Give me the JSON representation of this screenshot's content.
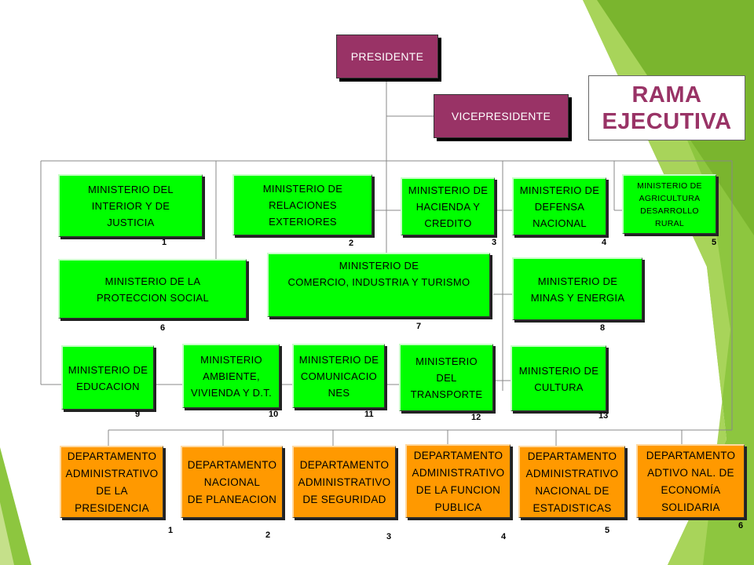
{
  "title": "RAMA\nEJECUTIVA",
  "executive": {
    "president": "PRESIDENTE",
    "vicepresident": "VICEPRESIDENTE"
  },
  "ministries": [
    {
      "id": "interior",
      "label": "MINISTERIO DEL\nINTERIOR Y DE\nJUSTICIA",
      "number": "1"
    },
    {
      "id": "relaciones",
      "label": "MINISTERIO DE\nRELACIONES\nEXTERIORES",
      "number": "2"
    },
    {
      "id": "hacienda",
      "label": "MINISTERIO DE\nHACIENDA Y\nCREDITO",
      "number": "3"
    },
    {
      "id": "defensa",
      "label": "MINISTERIO DE\nDEFENSA\nNACIONAL",
      "number": "4"
    },
    {
      "id": "agricultura",
      "label": "MINISTERIO DE\nAGRICULTURA\nDESARROLLO\nRURAL",
      "number": "5"
    },
    {
      "id": "proteccion",
      "label": "MINISTERIO DE LA\nPROTECCION SOCIAL",
      "number": "6"
    },
    {
      "id": "comercio",
      "label": "MINISTERIO DE\nCOMERCIO, INDUSTRIA Y TURISMO",
      "number": "7"
    },
    {
      "id": "minas",
      "label": "MINISTERIO DE\nMINAS Y ENERGIA",
      "number": "8"
    },
    {
      "id": "educacion",
      "label": "MINISTERIO DE\nEDUCACION",
      "number": "9"
    },
    {
      "id": "ambiente",
      "label": "MINISTERIO\nAMBIENTE,\nVIVIENDA Y D.T.",
      "number": "10"
    },
    {
      "id": "comunicaciones",
      "label": "MINISTERIO DE\nCOMUNICACIO\nNES",
      "number": "11"
    },
    {
      "id": "transporte",
      "label": "MINISTERIO\nDEL\nTRANSPORTE",
      "number": "12"
    },
    {
      "id": "cultura",
      "label": "MINISTERIO DE\nCULTURA",
      "number": "13"
    }
  ],
  "departments": [
    {
      "id": "presidencia",
      "label": "DEPARTAMENTO\nADMINISTRATIVO\nDE LA\nPRESIDENCIA",
      "number": "1"
    },
    {
      "id": "planeacion",
      "label": "DEPARTAMENTO\nNACIONAL\nDE PLANEACION",
      "number": "2"
    },
    {
      "id": "seguridad",
      "label": "DEPARTAMENTO\nADMINISTRATIVO\nDE SEGURIDAD",
      "number": "3"
    },
    {
      "id": "funcion-publica",
      "label": "DEPARTAMENTO\nADMINISTRATIVO\nDE LA FUNCION\nPUBLICA",
      "number": "4"
    },
    {
      "id": "estadisticas",
      "label": "DEPARTAMENTO\nADMINISTRATIVO\nNACIONAL DE\nESTADISTICAS",
      "number": "5"
    },
    {
      "id": "economia-solidaria",
      "label": "DEPARTAMENTO\nADTIVO NAL. DE\nECONOMÍA\nSOLIDARIA",
      "number": "6"
    }
  ],
  "colors": {
    "executive": "#993366",
    "ministry": "#00ff00",
    "department": "#ff9900",
    "title": "#993366",
    "decor_green": "#8dc63f"
  }
}
